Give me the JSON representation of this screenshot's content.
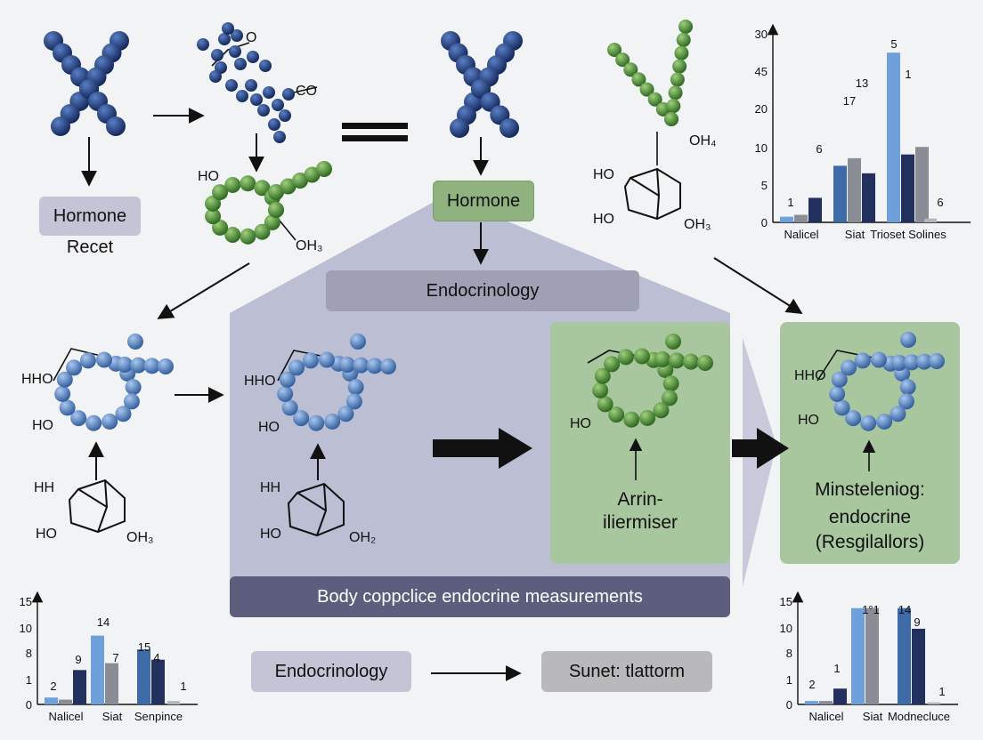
{
  "labels": {
    "hormone_recept_box": "Hormone",
    "hormone_recept_caption": "Recet",
    "hormone_center": "Hormone",
    "endocrinology_top": "Endocrinology",
    "arrin_line1": "Arrin-",
    "arrin_line2": "iliermiser",
    "mirs_line1": "Minsteleniog:",
    "mirs_line2": "endocrine",
    "mirs_line3": "(Resgilallors)",
    "body_banner": "Body coppclice endocrine measurements",
    "endocrinology_bottom": "Endocrinology",
    "sunet_box": "Sunet: tlattorm"
  },
  "molecules": {
    "m2_o": "O",
    "m2_co": "CO",
    "m3_ho": "HO",
    "m3_oh3": "OH₃",
    "m5_oh4": "OH₄",
    "m6_ho_top": "HO",
    "m6_ho_bottom": "HO",
    "m6_oh3": "OH₃",
    "mid_hho": "HHO",
    "mid_ho": "HO",
    "mid_hh": "HH",
    "mid_ho2": "HO",
    "mid_oh3": "OH₃",
    "center_hho": "HHO",
    "center_ho": "HO",
    "center_hh": "HH",
    "center_ho2": "HO",
    "center_oh2": "OH₂",
    "green_ho": "HO",
    "right_hho": "HHO",
    "right_ho": "HO"
  },
  "colors": {
    "dark_blue": "#1e3a7a",
    "mid_blue": "#4a78b8",
    "green": "#4f8c3a",
    "green_box": "#a9c79e",
    "lavender_region": "#b6b8cf",
    "banner": "#5d5d7e",
    "bar_light_blue": "#6fa0dc",
    "bar_gray": "#8a8c96",
    "bar_navy": "#22305e",
    "bar_steel": "#3f6aa8"
  },
  "chart_data": [
    {
      "type": "bar",
      "categories": [
        "Nalicel",
        "Siat",
        "Trioset Solines"
      ],
      "series": [
        {
          "values": [
            1.5,
            15,
            45
          ]
        },
        {
          "values": [
            2.0,
            17,
            18
          ]
        },
        {
          "values": [
            6.5,
            13,
            20
          ]
        }
      ],
      "extra_bars": [
        {
          "value": 1.0
        }
      ],
      "data_labels": [
        "1",
        "6",
        "17",
        "13",
        "5",
        "1",
        "6"
      ],
      "ytick_labels": [
        "30",
        "45",
        "20",
        "10",
        "5",
        "0"
      ]
    },
    {
      "type": "bar",
      "categories": [
        "Nalicel",
        "Siat",
        "Senpince"
      ],
      "series": [
        {
          "values": [
            1,
            10,
            8
          ]
        },
        {
          "values": [
            0.7,
            6,
            6.5
          ]
        },
        {
          "values": [
            5,
            0,
            0
          ]
        }
      ],
      "extra_bars": [
        {
          "value": 0.5
        }
      ],
      "data_labels": [
        "2",
        "9",
        "14",
        "7",
        "15",
        "4",
        "1"
      ],
      "ytick_labels": [
        "15",
        "10",
        "8",
        "1",
        "0"
      ]
    },
    {
      "type": "bar",
      "categories": [
        "Nalicel",
        "Siat",
        "Modnecluce"
      ],
      "series": [
        {
          "values": [
            0.5,
            14,
            14
          ]
        },
        {
          "values": [
            0.5,
            14,
            11
          ]
        },
        {
          "values": [
            2.3,
            0,
            0
          ]
        }
      ],
      "extra_bars": [
        {
          "value": 0.3
        }
      ],
      "data_labels": [
        "2",
        "1",
        "1°1",
        "14",
        "9",
        "1"
      ],
      "ytick_labels": [
        "15",
        "10",
        "8",
        "1",
        "0"
      ]
    }
  ]
}
